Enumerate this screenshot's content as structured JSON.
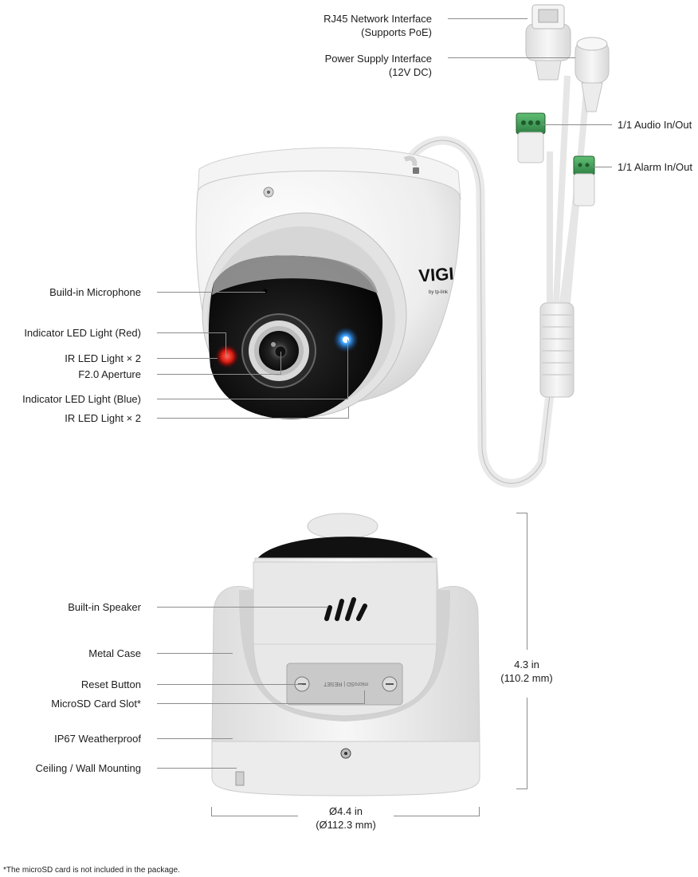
{
  "top_callouts": {
    "rj45_line1": "RJ45 Network Interface",
    "rj45_line2": "(Supports PoE)",
    "power_line1": "Power Supply Interface",
    "power_line2": "(12V DC)",
    "audio": "1/1 Audio In/Out",
    "alarm": "1/1 Alarm In/Out"
  },
  "front_callouts": {
    "microphone": "Build-in Microphone",
    "led_red": "Indicator LED Light (Red)",
    "ir_left": "IR LED Light × 2",
    "aperture": "F2.0 Aperture",
    "led_blue": "Indicator LED Light (Blue)",
    "ir_right": "IR LED Light × 2"
  },
  "back_callouts": {
    "speaker": "Built-in Speaker",
    "metal_case": "Metal Case",
    "reset": "Reset Button",
    "microsd": "MicroSD Card Slot*",
    "ip67": "IP67 Weatherproof",
    "mounting": "Ceiling / Wall Mounting"
  },
  "brand": {
    "logo": "VIGI",
    "sub": "by tp-link"
  },
  "card_plate_text": "microSD | RESET",
  "dimensions": {
    "height_in": "4.3 in",
    "height_mm": "(110.2 mm)",
    "diameter_in": "Ø4.4 in",
    "diameter_mm": "(Ø112.3 mm)"
  },
  "footnote": "*The microSD card is not included in the package.",
  "colors": {
    "body_white": "#f1f1f1",
    "lens_black": "#111111",
    "terminal_green": "#3f9a55",
    "led_red": "#e8231d",
    "led_blue": "#2b8cf0",
    "leader_line": "#8c8c8c"
  }
}
